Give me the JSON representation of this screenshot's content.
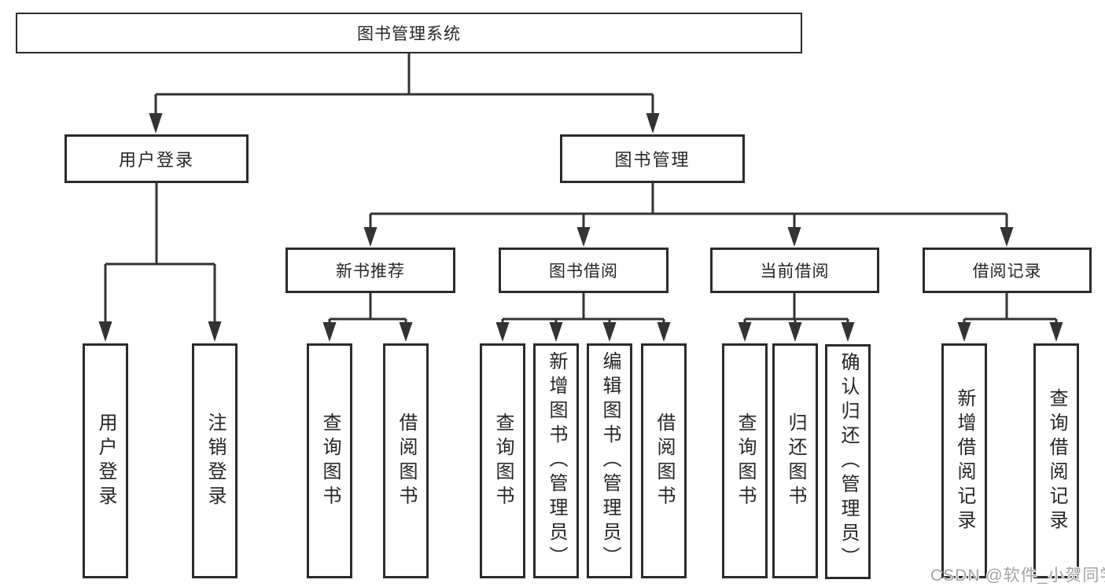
{
  "tree": {
    "root": {
      "label": "图书管理系统"
    },
    "children": [
      {
        "label": "用户登录",
        "children": [
          {
            "label": "用户登录"
          },
          {
            "label": "注销登录"
          }
        ]
      },
      {
        "label": "图书管理",
        "children": [
          {
            "label": "新书推荐",
            "children": [
              {
                "label": "查询图书"
              },
              {
                "label": "借阅图书"
              }
            ]
          },
          {
            "label": "图书借阅",
            "children": [
              {
                "label": "查询图书"
              },
              {
                "label": "新增图书（管理员）"
              },
              {
                "label": "编辑图书（管理员）"
              },
              {
                "label": "借阅图书"
              }
            ]
          },
          {
            "label": "当前借阅",
            "children": [
              {
                "label": "查询图书"
              },
              {
                "label": "归还图书"
              },
              {
                "label": "确认归还（管理员）"
              }
            ]
          },
          {
            "label": "借阅记录",
            "children": [
              {
                "label": "新增借阅记录"
              },
              {
                "label": "查询借阅记录"
              }
            ]
          }
        ]
      }
    ]
  },
  "watermark": "CSDN @软件_小贺同学",
  "colors": {
    "line": "#333333",
    "box_border": "#2b2b2b",
    "box_fill": "#ffffff",
    "text": "#262626",
    "watermark": "#9e9e9e"
  }
}
